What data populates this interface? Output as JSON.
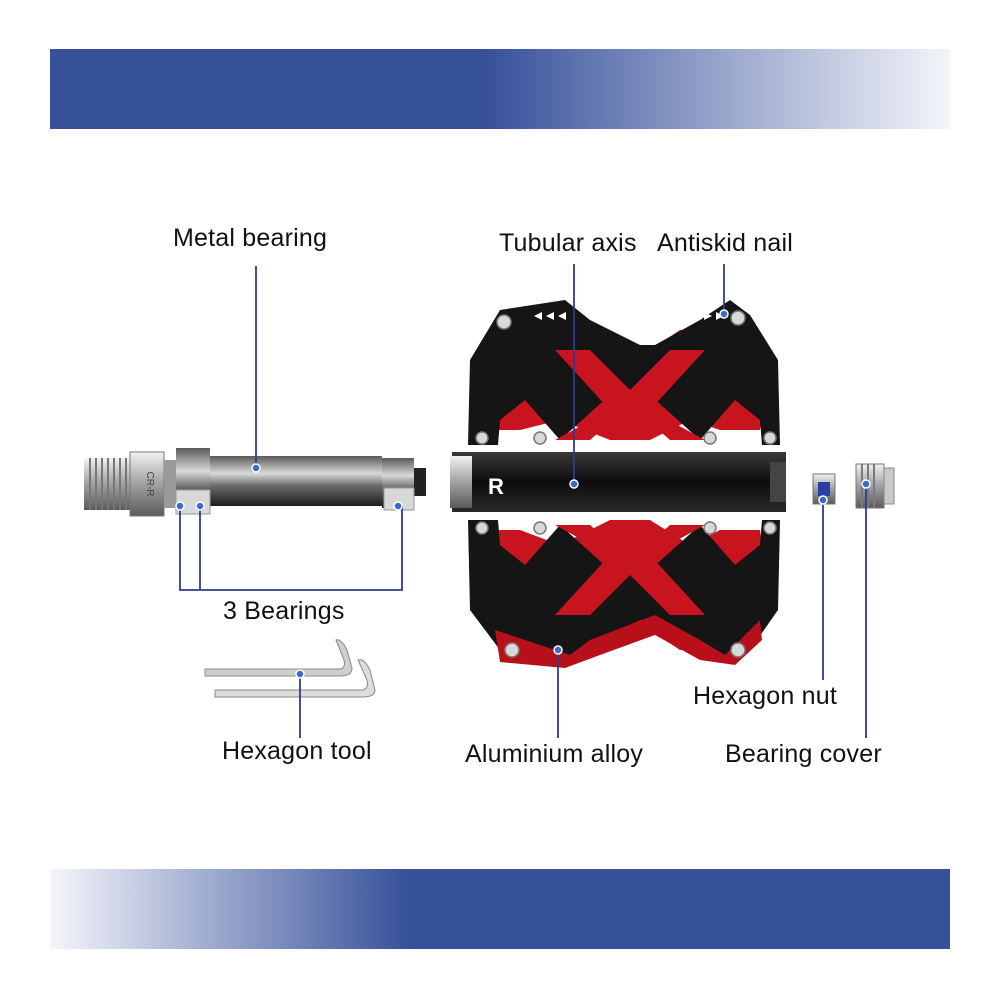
{
  "labels": {
    "metal_bearing": "Metal bearing",
    "tubular_axis": "Tubular axis",
    "antiskid_nail": "Antiskid nail",
    "three_bearings": "3 Bearings",
    "hexagon_nut": "Hexagon nut",
    "hexagon_tool": "Hexagon tool",
    "aluminium_alloy": "Aluminium alloy",
    "bearing_cover": "Bearing cover"
  },
  "axle_marking": "CR-R",
  "pedal_letter": "R",
  "colors": {
    "band": "#36509a",
    "leader_line": "#2b3d8f",
    "pedal_red": "#c8141e",
    "pedal_black": "#151515",
    "marker_dot": "#3a66d6"
  }
}
